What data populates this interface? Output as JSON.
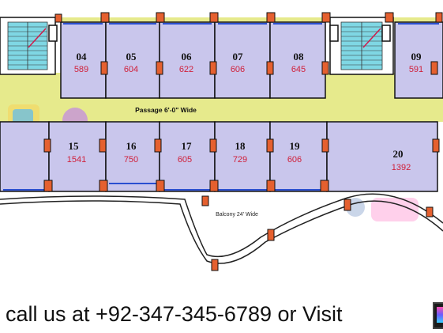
{
  "passage_label": "Passage 6'-0\" Wide",
  "balcony_label": "Balcony 24' Wide",
  "top_units": [
    {
      "num": "04",
      "area": "589"
    },
    {
      "num": "05",
      "area": "604"
    },
    {
      "num": "06",
      "area": "622"
    },
    {
      "num": "07",
      "area": "606"
    },
    {
      "num": "08",
      "area": "645"
    },
    {
      "num": "09",
      "area": "591"
    }
  ],
  "bottom_units": [
    {
      "num": "15",
      "area": "1541"
    },
    {
      "num": "16",
      "area": "750"
    },
    {
      "num": "17",
      "area": "605"
    },
    {
      "num": "18",
      "area": "729"
    },
    {
      "num": "19",
      "area": "606"
    },
    {
      "num": "20",
      "area": "1392"
    }
  ],
  "footer_text": "s call us at +92-347-345-6789 or Visit",
  "colors": {
    "unit_fill": "#c9c6ec",
    "passage_fill": "#e6ea8c",
    "column_fill": "#e5602f",
    "wall": "#111111",
    "window": "#2a4fd0",
    "stair_fill": "#7fd7e4",
    "area_text": "#d0203a"
  }
}
